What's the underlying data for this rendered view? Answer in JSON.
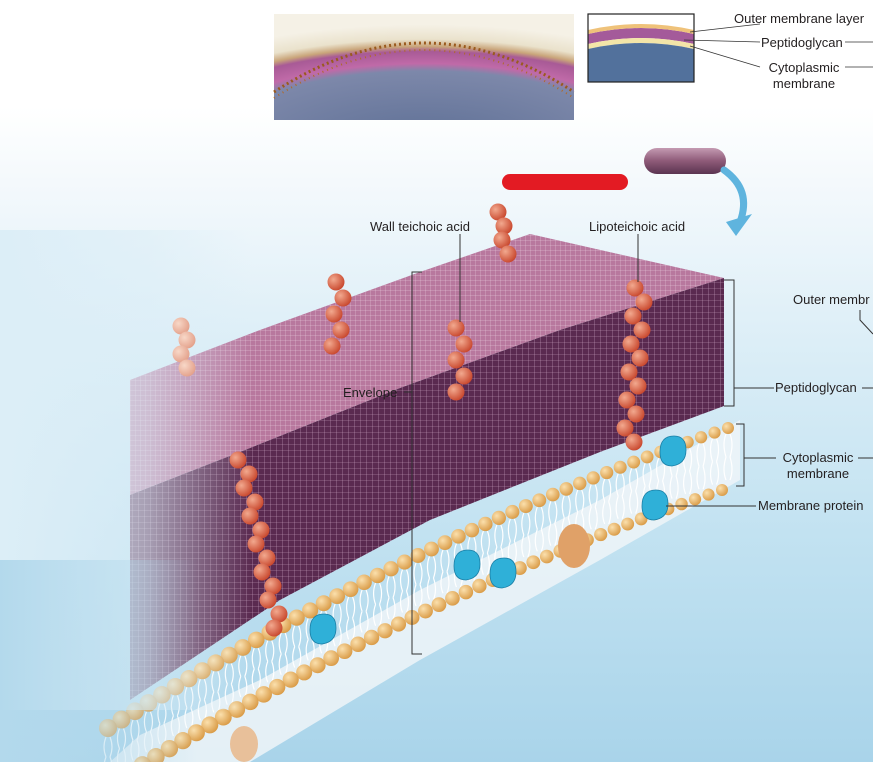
{
  "inset": {
    "labels": {
      "outer_membrane_layer": "Outer membrane layer",
      "peptidoglycan": "Peptidoglycan",
      "cytoplasmic_line1": "Cytoplasmic",
      "cytoplasmic_line2": "membrane"
    }
  },
  "main": {
    "labels": {
      "wall_teichoic_acid": "Wall teichoic acid",
      "lipoteichoic_acid": "Lipoteichoic acid",
      "envelope": "Envelope",
      "outer_membrane": "Outer membr",
      "peptidoglycan": "Peptidoglycan",
      "cytoplasmic_line1": "Cytoplasmic",
      "cytoplasmic_line2": "membrane",
      "membrane_protein": "Membrane protein"
    }
  },
  "colors": {
    "peptidoglycan": "#5e2b52",
    "grid": "#d8b8d0",
    "teichoic_bead": "#d9583d",
    "faded_bead": "#e8a892",
    "lipid_head": "#e8b365",
    "membrane_protein": "#2fb0d8",
    "redaction_bar": "#e31b23",
    "rod_cell": "#8e5a78",
    "arrow": "#5fb4de"
  },
  "icons": {
    "rod_cell": "rod-bacterium-icon",
    "arrow": "curved-arrow-icon",
    "micrograph": "micrograph-image",
    "inset_diagram": "layer-cross-section-diagram"
  }
}
